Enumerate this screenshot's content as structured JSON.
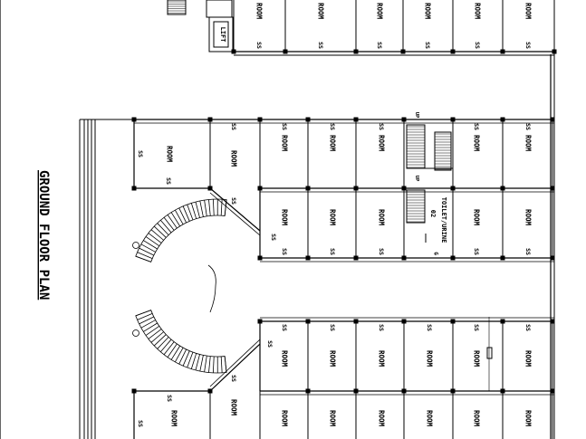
{
  "drawing": {
    "title": "GROUND FLOOR PLAN",
    "room_label": "ROOM",
    "shop_tag": "SS",
    "lift_label": "LIFT",
    "toilet_label": "TOILET/URINE",
    "toilet_number": "02",
    "small_tag": "G",
    "up_tag": "UP"
  },
  "colors": {
    "line": "#000000",
    "background": "#ffffff"
  }
}
